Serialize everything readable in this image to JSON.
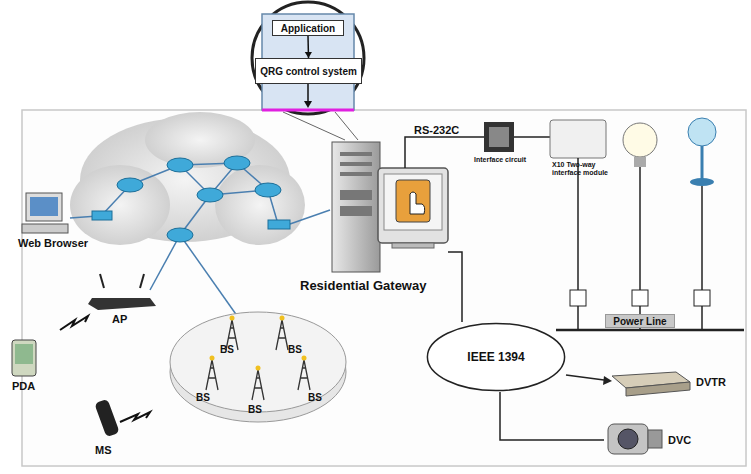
{
  "diagram": {
    "nodes": [
      {
        "text": [
          "Application"
        ]
      },
      {
        "text": [
          "QRG control system"
        ]
      },
      {
        "text": [
          "IEEE 1394"
        ]
      },
      {
        "text": [
          "Power Line"
        ]
      }
    ],
    "edges": [
      {
        "from": 0,
        "to": 1,
        "arrow": "to"
      }
    ],
    "labels": [
      "Web Browser",
      "AP",
      "PDA",
      "MS",
      "BS",
      "BS",
      "BS",
      "BS",
      "BS",
      "Residential Gateway",
      "RS-232C",
      "Interface circuit",
      "X10 Two-way interface module",
      "DVTR",
      "DVC"
    ]
  }
}
